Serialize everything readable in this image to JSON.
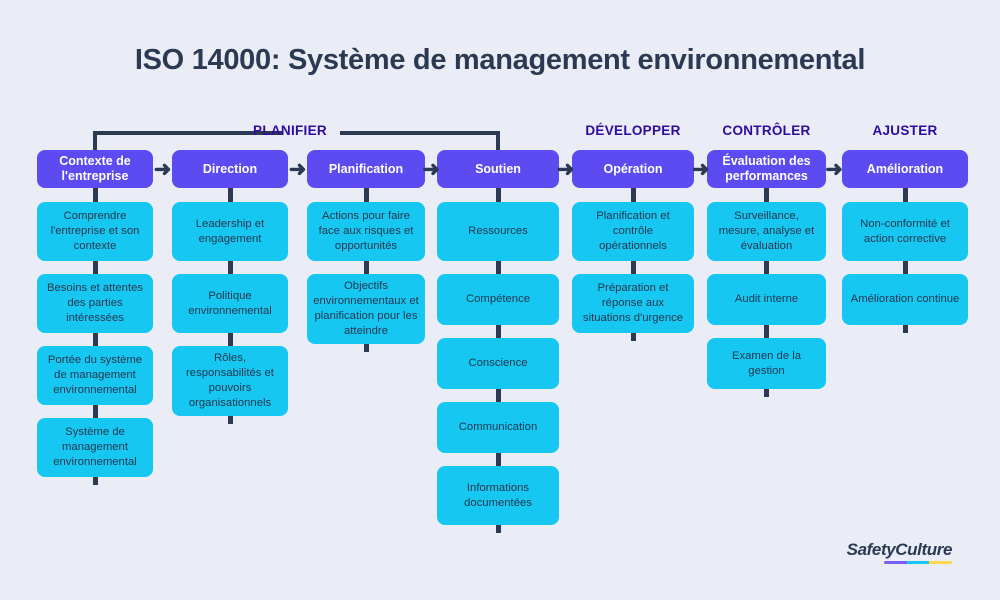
{
  "title": "ISO 14000: Système de management environnemental",
  "colors": {
    "background": "#eaedf6",
    "title": "#2b3a52",
    "phase_label": "#2e0a9e",
    "header_box": "#5b4bf0",
    "header_box_text": "#ffffff",
    "item_box": "#16c7f2",
    "item_box_text": "#23384f",
    "connector": "#2b3a52",
    "logo_purple": "#7b5cf5",
    "logo_cyan": "#18c8f0",
    "logo_yellow": "#ffd84d"
  },
  "phases": [
    {
      "label": "PLANIFIER",
      "has_bracket": true
    },
    {
      "label": "DÉVELOPPER",
      "has_bracket": false
    },
    {
      "label": "CONTRÔLER",
      "has_bracket": false
    },
    {
      "label": "AJUSTER",
      "has_bracket": false
    }
  ],
  "arrow_glyph": "➜",
  "columns": [
    {
      "header": "Contexte de l'entreprise",
      "items": [
        "Comprendre l'entreprise et son contexte",
        "Besoins et attentes des parties intéressées",
        "Portée du système de management environnemental",
        "Système de management environnemental"
      ]
    },
    {
      "header": "Direction",
      "items": [
        "Leadership et engagement",
        "Politique environnemental",
        "Rôles, responsabilités et pouvoirs organisationnels"
      ]
    },
    {
      "header": "Planification",
      "items": [
        "Actions pour faire face aux risques et opportunités",
        "Objectifs environnementaux et planification pour les atteindre"
      ]
    },
    {
      "header": "Soutien",
      "items": [
        "Ressources",
        "Compétence",
        "Conscience",
        "Communication",
        "Informations documentées"
      ]
    },
    {
      "header": "Opération",
      "items": [
        "Planification et contrôle opérationnels",
        "Préparation et réponse aux situations d'urgence"
      ]
    },
    {
      "header": "Évaluation des performances",
      "items": [
        "Surveillance, mesure, analyse et évaluation",
        "Audit interne",
        "Examen de la gestion"
      ]
    },
    {
      "header": "Amélioration",
      "items": [
        "Non-conformité et action corrective",
        "Amélioration continue"
      ]
    }
  ],
  "logo": {
    "part1": "Safety",
    "part2": "Culture"
  }
}
